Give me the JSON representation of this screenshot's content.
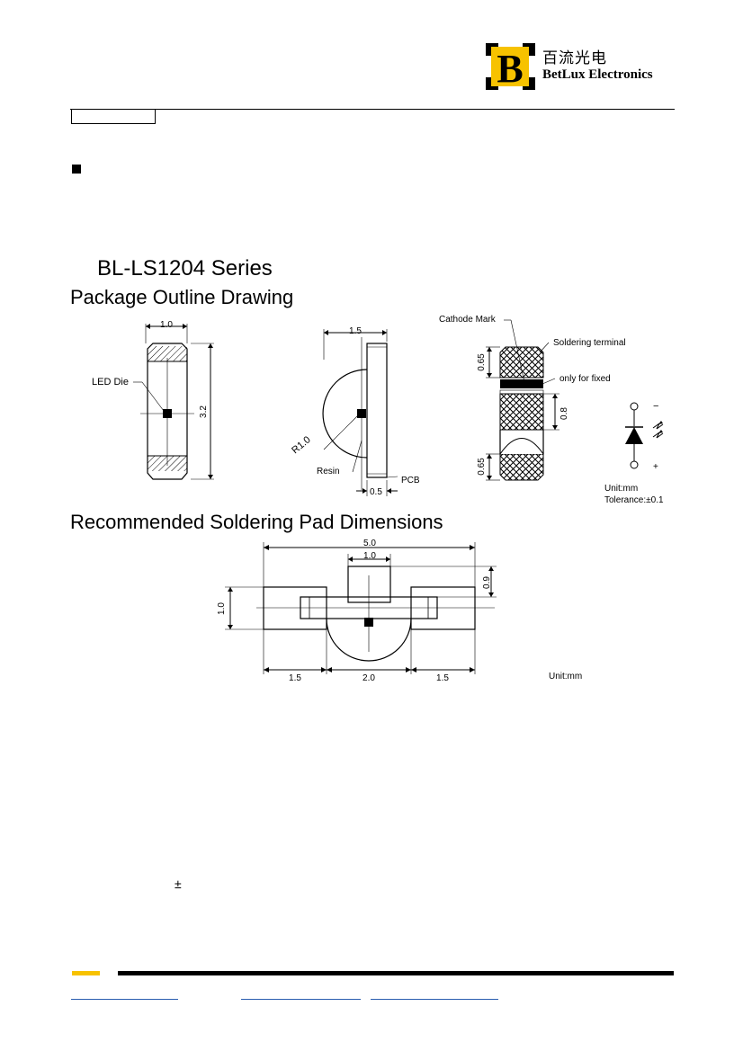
{
  "header": {
    "logo_letter": "B",
    "brand_cn": "百流光电",
    "brand_en": "BetLux Electronics"
  },
  "series_title": "BL-LS1204 Series",
  "package": {
    "title": "Package Outline Drawing",
    "front": {
      "dim_width": "1.0",
      "dim_height": "3.2",
      "led_die": "LED Die"
    },
    "side": {
      "dim_width": "1.5",
      "radius": "R1.0",
      "resin": "Resin",
      "pcb": "PCB",
      "dim_pcb": "0.5"
    },
    "bottom": {
      "cathode_mark": "Cathode Mark",
      "soldering_terminal": "Soldering terminal",
      "only_fixed": "only for fixed",
      "dim_top": "0.65",
      "dim_mid": "0.8",
      "dim_bottom": "0.65"
    },
    "symbol": {
      "minus": "−",
      "plus": "+"
    },
    "unit": "Unit:mm",
    "tolerance": "Tolerance:±0.1"
  },
  "pad": {
    "title": "Recommended Soldering Pad Dimensions",
    "dim_total": "5.0",
    "dim_center_width": "1.0",
    "dim_center_height": "0.9",
    "dim_pad_height": "1.0",
    "dim_left": "1.5",
    "dim_middle": "2.0",
    "dim_right": "1.5",
    "unit": "Unit:mm"
  },
  "body_text": {
    "plus_minus": "±"
  },
  "colors": {
    "logo_yellow": "#f7c200",
    "footer_link": "#2a5db0"
  }
}
